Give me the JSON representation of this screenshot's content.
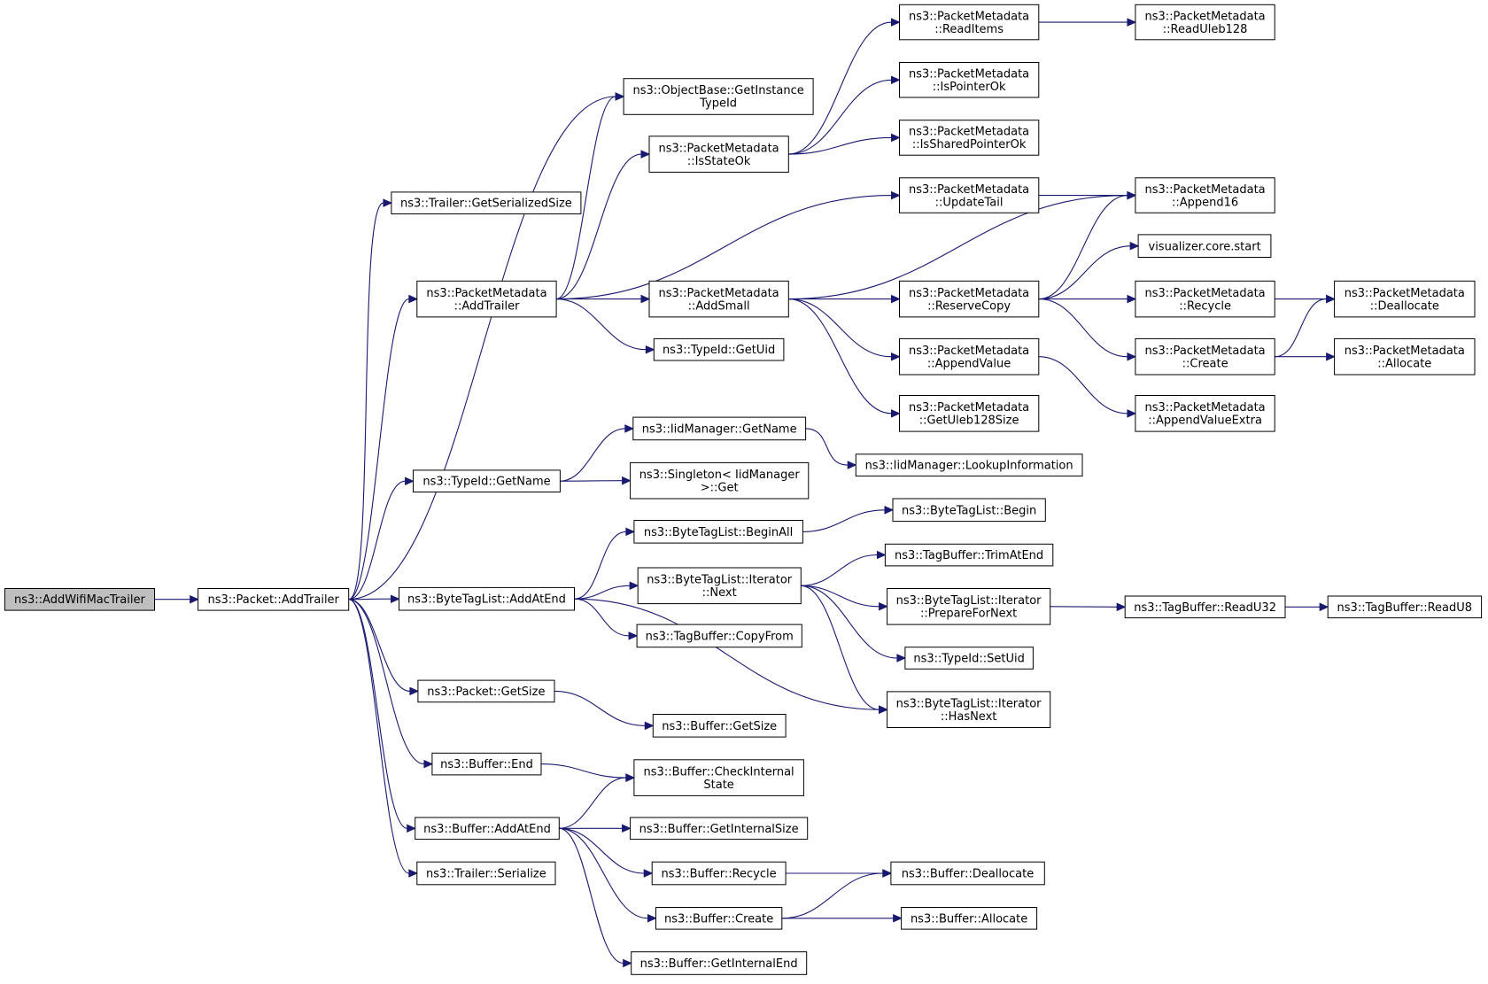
{
  "graph": {
    "colors": {
      "edge": "#191970",
      "node_border": "#000000",
      "root_fill": "#bfbfbf",
      "node_fill": "#ffffff",
      "highlight_border": "#ff0000"
    },
    "nodes": [
      {
        "id": "addwifimactrailer",
        "lines": [
          "ns3::AddWifiMacTrailer"
        ],
        "root": true
      },
      {
        "id": "packet-addtrailer",
        "lines": [
          "ns3::Packet::AddTrailer"
        ]
      },
      {
        "id": "trailer-getserializedsize",
        "lines": [
          "ns3::Trailer::GetSerializedSize"
        ]
      },
      {
        "id": "pm-addtrailer",
        "lines": [
          "ns3::PacketMetadata",
          "::AddTrailer"
        ]
      },
      {
        "id": "typeid-getname",
        "lines": [
          "ns3::TypeId::GetName"
        ]
      },
      {
        "id": "bytetaglist-addatend",
        "lines": [
          "ns3::ByteTagList::AddAtEnd"
        ]
      },
      {
        "id": "packet-getsize",
        "lines": [
          "ns3::Packet::GetSize"
        ]
      },
      {
        "id": "buffer-end",
        "lines": [
          "ns3::Buffer::End"
        ]
      },
      {
        "id": "buffer-addatend",
        "lines": [
          "ns3::Buffer::AddAtEnd"
        ]
      },
      {
        "id": "trailer-serialize",
        "lines": [
          "ns3::Trailer::Serialize"
        ]
      },
      {
        "id": "objectbase-getinstancetypeid",
        "lines": [
          "ns3::ObjectBase::GetInstance",
          "TypeId"
        ]
      },
      {
        "id": "pm-isstateok",
        "lines": [
          "ns3::PacketMetadata",
          "::IsStateOk"
        ]
      },
      {
        "id": "pm-addsmall",
        "lines": [
          "ns3::PacketMetadata",
          "::AddSmall"
        ]
      },
      {
        "id": "typeid-getuid",
        "lines": [
          "ns3::TypeId::GetUid"
        ]
      },
      {
        "id": "iidmanager-getname",
        "lines": [
          "ns3::IidManager::GetName"
        ]
      },
      {
        "id": "singleton-get",
        "lines": [
          "ns3::Singleton< IidManager",
          ">::Get"
        ]
      },
      {
        "id": "bytetaglist-beginall",
        "lines": [
          "ns3::ByteTagList::BeginAll"
        ]
      },
      {
        "id": "bytetaglist-iterator-next",
        "lines": [
          "ns3::ByteTagList::Iterator",
          "::Next"
        ]
      },
      {
        "id": "tagbuffer-copyfrom",
        "lines": [
          "ns3::TagBuffer::CopyFrom"
        ]
      },
      {
        "id": "buffer-getsize",
        "lines": [
          "ns3::Buffer::GetSize"
        ]
      },
      {
        "id": "buffer-checkinternalstate",
        "lines": [
          "ns3::Buffer::CheckInternal",
          "State"
        ]
      },
      {
        "id": "buffer-getinternalsize",
        "lines": [
          "ns3::Buffer::GetInternalSize"
        ]
      },
      {
        "id": "buffer-recycle",
        "lines": [
          "ns3::Buffer::Recycle"
        ]
      },
      {
        "id": "buffer-create",
        "lines": [
          "ns3::Buffer::Create"
        ]
      },
      {
        "id": "buffer-getinternalend",
        "lines": [
          "ns3::Buffer::GetInternalEnd"
        ]
      },
      {
        "id": "pm-readitems",
        "lines": [
          "ns3::PacketMetadata",
          "::ReadItems"
        ]
      },
      {
        "id": "pm-ispointerok",
        "lines": [
          "ns3::PacketMetadata",
          "::IsPointerOk"
        ]
      },
      {
        "id": "pm-issharedpointerok",
        "lines": [
          "ns3::PacketMetadata",
          "::IsSharedPointerOk"
        ]
      },
      {
        "id": "pm-updatetail",
        "lines": [
          "ns3::PacketMetadata",
          "::UpdateTail"
        ]
      },
      {
        "id": "pm-reservecopy",
        "lines": [
          "ns3::PacketMetadata",
          "::ReserveCopy"
        ]
      },
      {
        "id": "pm-appendvalue",
        "lines": [
          "ns3::PacketMetadata",
          "::AppendValue"
        ]
      },
      {
        "id": "pm-getuleb128size",
        "lines": [
          "ns3::PacketMetadata",
          "::GetUleb128Size"
        ]
      },
      {
        "id": "iidmanager-lookupinformation",
        "lines": [
          "ns3::IidManager::LookupInformation"
        ]
      },
      {
        "id": "bytetaglist-begin",
        "lines": [
          "ns3::ByteTagList::Begin"
        ]
      },
      {
        "id": "tagbuffer-trimatend",
        "lines": [
          "ns3::TagBuffer::TrimAtEnd"
        ]
      },
      {
        "id": "bytetaglist-iterator-preparefornext",
        "lines": [
          "ns3::ByteTagList::Iterator",
          "::PrepareForNext"
        ]
      },
      {
        "id": "typeid-setuid",
        "lines": [
          "ns3::TypeId::SetUid"
        ]
      },
      {
        "id": "bytetaglist-iterator-hasnext",
        "lines": [
          "ns3::ByteTagList::Iterator",
          "::HasNext"
        ]
      },
      {
        "id": "buffer-deallocate",
        "lines": [
          "ns3::Buffer::Deallocate"
        ]
      },
      {
        "id": "buffer-allocate",
        "lines": [
          "ns3::Buffer::Allocate"
        ]
      },
      {
        "id": "pm-readuleb128",
        "lines": [
          "ns3::PacketMetadata",
          "::ReadUleb128"
        ]
      },
      {
        "id": "pm-append16",
        "lines": [
          "ns3::PacketMetadata",
          "::Append16"
        ]
      },
      {
        "id": "visualizer-core-start",
        "lines": [
          "visualizer.core.start"
        ],
        "highlight": true
      },
      {
        "id": "pm-recycle",
        "lines": [
          "ns3::PacketMetadata",
          "::Recycle"
        ]
      },
      {
        "id": "pm-create",
        "lines": [
          "ns3::PacketMetadata",
          "::Create"
        ]
      },
      {
        "id": "pm-appendvalueextra",
        "lines": [
          "ns3::PacketMetadata",
          "::AppendValueExtra"
        ]
      },
      {
        "id": "tagbuffer-readu32",
        "lines": [
          "ns3::TagBuffer::ReadU32"
        ]
      },
      {
        "id": "pm-deallocate",
        "lines": [
          "ns3::PacketMetadata",
          "::Deallocate"
        ]
      },
      {
        "id": "pm-allocate",
        "lines": [
          "ns3::PacketMetadata",
          "::Allocate"
        ]
      },
      {
        "id": "tagbuffer-readu8",
        "lines": [
          "ns3::TagBuffer::ReadU8"
        ]
      }
    ],
    "edges": [
      {
        "from": "addwifimactrailer",
        "to": "packet-addtrailer"
      },
      {
        "from": "packet-addtrailer",
        "to": "trailer-getserializedsize"
      },
      {
        "from": "packet-addtrailer",
        "to": "objectbase-getinstancetypeid"
      },
      {
        "from": "packet-addtrailer",
        "to": "pm-addtrailer"
      },
      {
        "from": "packet-addtrailer",
        "to": "typeid-getname"
      },
      {
        "from": "packet-addtrailer",
        "to": "bytetaglist-addatend"
      },
      {
        "from": "packet-addtrailer",
        "to": "packet-getsize"
      },
      {
        "from": "packet-addtrailer",
        "to": "buffer-end"
      },
      {
        "from": "packet-addtrailer",
        "to": "buffer-addatend"
      },
      {
        "from": "packet-addtrailer",
        "to": "trailer-serialize"
      },
      {
        "from": "pm-addtrailer",
        "to": "objectbase-getinstancetypeid"
      },
      {
        "from": "pm-addtrailer",
        "to": "pm-isstateok"
      },
      {
        "from": "pm-addtrailer",
        "to": "pm-updatetail"
      },
      {
        "from": "pm-addtrailer",
        "to": "pm-addsmall"
      },
      {
        "from": "pm-addtrailer",
        "to": "typeid-getuid"
      },
      {
        "from": "pm-isstateok",
        "to": "pm-readitems"
      },
      {
        "from": "pm-isstateok",
        "to": "pm-ispointerok"
      },
      {
        "from": "pm-isstateok",
        "to": "pm-issharedpointerok"
      },
      {
        "from": "pm-readitems",
        "to": "pm-readuleb128"
      },
      {
        "from": "pm-updatetail",
        "to": "pm-append16"
      },
      {
        "from": "pm-addsmall",
        "to": "pm-append16"
      },
      {
        "from": "pm-addsmall",
        "to": "pm-reservecopy"
      },
      {
        "from": "pm-addsmall",
        "to": "pm-appendvalue"
      },
      {
        "from": "pm-addsmall",
        "to": "pm-getuleb128size"
      },
      {
        "from": "pm-reservecopy",
        "to": "pm-append16"
      },
      {
        "from": "pm-reservecopy",
        "to": "visualizer-core-start"
      },
      {
        "from": "pm-reservecopy",
        "to": "pm-recycle"
      },
      {
        "from": "pm-reservecopy",
        "to": "pm-create"
      },
      {
        "from": "pm-recycle",
        "to": "pm-deallocate"
      },
      {
        "from": "pm-create",
        "to": "pm-deallocate"
      },
      {
        "from": "pm-create",
        "to": "pm-allocate"
      },
      {
        "from": "pm-appendvalue",
        "to": "pm-appendvalueextra"
      },
      {
        "from": "typeid-getname",
        "to": "iidmanager-getname"
      },
      {
        "from": "typeid-getname",
        "to": "singleton-get"
      },
      {
        "from": "iidmanager-getname",
        "to": "iidmanager-lookupinformation"
      },
      {
        "from": "bytetaglist-addatend",
        "to": "bytetaglist-beginall"
      },
      {
        "from": "bytetaglist-addatend",
        "to": "bytetaglist-iterator-next"
      },
      {
        "from": "bytetaglist-addatend",
        "to": "tagbuffer-copyfrom"
      },
      {
        "from": "bytetaglist-addatend",
        "to": "bytetaglist-iterator-hasnext"
      },
      {
        "from": "bytetaglist-beginall",
        "to": "bytetaglist-begin"
      },
      {
        "from": "bytetaglist-iterator-next",
        "to": "tagbuffer-trimatend"
      },
      {
        "from": "bytetaglist-iterator-next",
        "to": "bytetaglist-iterator-preparefornext"
      },
      {
        "from": "bytetaglist-iterator-next",
        "to": "typeid-setuid"
      },
      {
        "from": "bytetaglist-iterator-next",
        "to": "bytetaglist-iterator-hasnext"
      },
      {
        "from": "bytetaglist-iterator-preparefornext",
        "to": "tagbuffer-readu32"
      },
      {
        "from": "tagbuffer-readu32",
        "to": "tagbuffer-readu8"
      },
      {
        "from": "packet-getsize",
        "to": "buffer-getsize"
      },
      {
        "from": "buffer-end",
        "to": "buffer-checkinternalstate"
      },
      {
        "from": "buffer-addatend",
        "to": "buffer-checkinternalstate"
      },
      {
        "from": "buffer-addatend",
        "to": "buffer-getinternalsize"
      },
      {
        "from": "buffer-addatend",
        "to": "buffer-recycle"
      },
      {
        "from": "buffer-addatend",
        "to": "buffer-create"
      },
      {
        "from": "buffer-addatend",
        "to": "buffer-getinternalend"
      },
      {
        "from": "buffer-recycle",
        "to": "buffer-deallocate"
      },
      {
        "from": "buffer-create",
        "to": "buffer-deallocate"
      },
      {
        "from": "buffer-create",
        "to": "buffer-allocate"
      }
    ]
  }
}
